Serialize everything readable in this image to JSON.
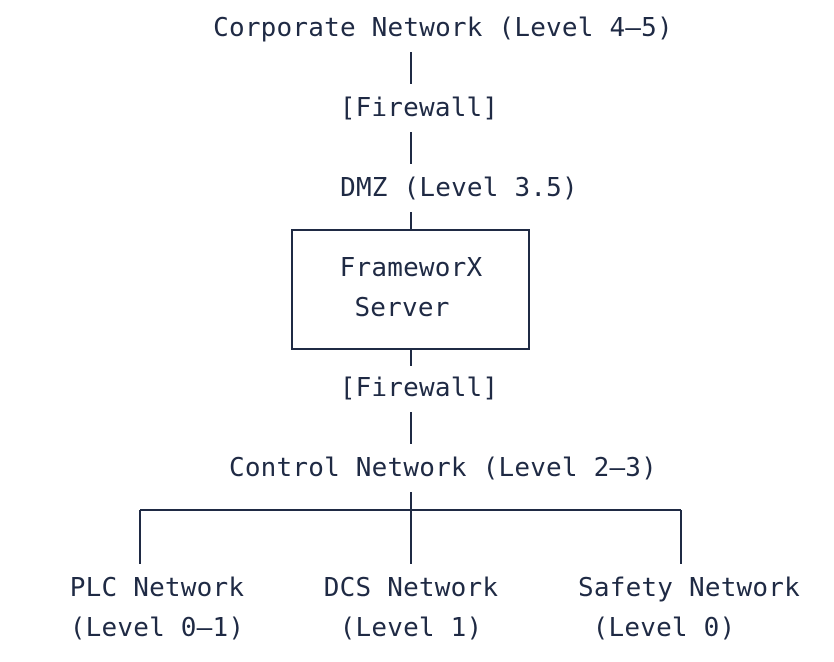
{
  "diagram": {
    "corporate": "Corporate Network (Level 4–5)",
    "firewall_top": "[Firewall]",
    "dmz": "DMZ (Level 3.5)",
    "server_line1": "FrameworX",
    "server_line2": "Server",
    "firewall_bottom": "[Firewall]",
    "control": "Control Network (Level 2–3)",
    "plc_name": "PLC Network",
    "plc_level": "(Level 0–1)",
    "dcs_name": "DCS Network",
    "dcs_level": "(Level 1)",
    "safety_name": "Safety Network",
    "safety_level": "(Level 0)"
  },
  "colors": {
    "text": "#1f2a44",
    "background": "#ffffff"
  }
}
